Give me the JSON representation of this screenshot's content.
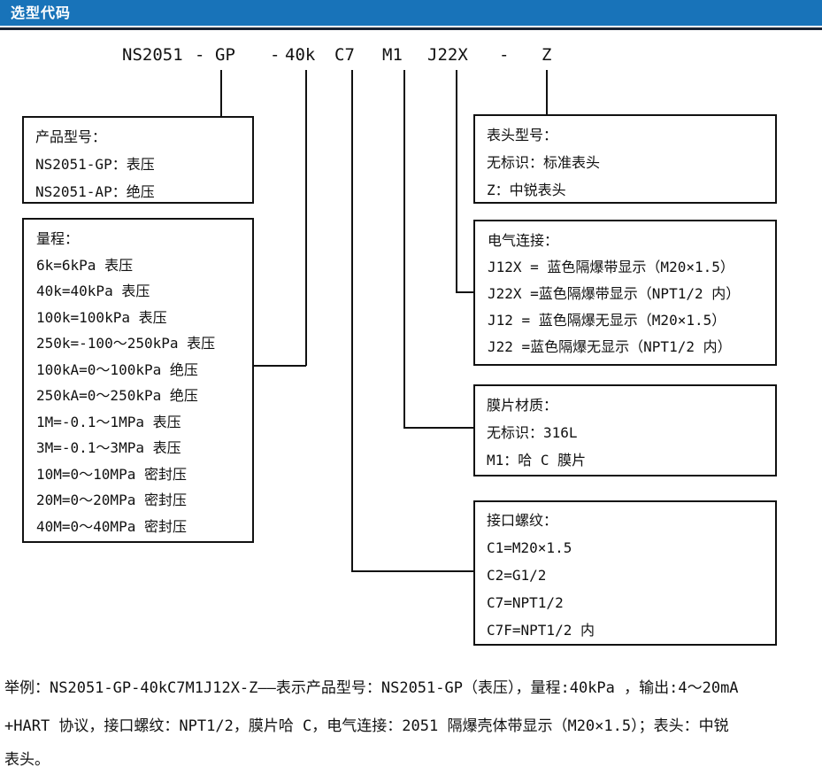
{
  "header": {
    "title": "选型代码"
  },
  "colors": {
    "header_bg": "#1873b9",
    "header_underline": "#1a2333",
    "line_color": "#111111"
  },
  "code": {
    "full": "NS2051 - GP - 40k C7 M1 J22X - Z",
    "segments": [
      "NS2051",
      "-",
      "GP",
      "-",
      "40k",
      "C7",
      "M1",
      "J22X",
      "-",
      "Z"
    ]
  },
  "boxes": {
    "product": {
      "title": "产品型号：",
      "items": [
        "NS2051-GP：表压",
        "NS2051-AP：绝压"
      ]
    },
    "range": {
      "title": "量程：",
      "items": [
        "6k=6kPa 表压",
        "40k=40kPa 表压",
        "100k=100kPa 表压",
        "250k=-100～250kPa 表压",
        "100kA=0～100kPa 绝压",
        "250kA=0～250kPa 绝压",
        "1M=-0.1～1MPa 表压",
        "3M=-0.1～3MPa 表压",
        "10M=0～10MPa 密封压",
        "20M=0～20MPa 密封压",
        "40M=0～40MPa 密封压"
      ]
    },
    "head": {
      "title": "表头型号：",
      "items": [
        "无标识：标准表头",
        "Z：中锐表头"
      ]
    },
    "electrical": {
      "title": "电气连接：",
      "items": [
        "J12X = 蓝色隔爆带显示（M20×1.5）",
        "J22X =蓝色隔爆带显示（NPT1/2 内）",
        "J12 = 蓝色隔爆无显示（M20×1.5）",
        "J22 =蓝色隔爆无显示（NPT1/2 内）"
      ]
    },
    "diaphragm": {
      "title": "膜片材质：",
      "items": [
        "无标识：316L",
        "M1：哈 C 膜片"
      ]
    },
    "thread": {
      "title": "接口螺纹：",
      "items": [
        "C1=M20×1.5",
        "C2=G1/2",
        "C7=NPT1/2",
        "C7F=NPT1/2 内"
      ]
    }
  },
  "example": {
    "lines": [
      "举例：NS2051-GP-40kC7M1J12X-Z——表示产品型号：NS2051-GP（表压），量程:40kPa ，输出:4～20mA",
      "+HART 协议，接口螺纹：NPT1/2，膜片哈 C，电气连接：2051 隔爆壳体带显示（M20×1.5）；表头：中锐",
      "表头。"
    ]
  }
}
